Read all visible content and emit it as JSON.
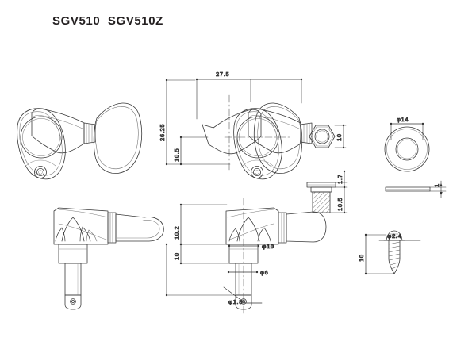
{
  "document": {
    "title": "SGV510  SGV510Z",
    "title_parts": [
      "SGV510",
      "SGV510Z"
    ],
    "background_color": "#ffffff",
    "line_color": "#3a3a3a",
    "text_color": "#231f20",
    "type": "technical-drawing",
    "subject": "Guitar machine head / tuning peg assembly"
  },
  "views": {
    "top_left": {
      "name": "left-hand-tuner-top-view",
      "label": ""
    },
    "top_center": {
      "name": "right-hand-tuner-top-view",
      "dimensions": {
        "overall_length": "27.5",
        "overall_height": "26.25",
        "post_offset": "10.5"
      }
    },
    "hex_nut": {
      "name": "hex-nut-front-view",
      "dimensions": {
        "across_flats": "10"
      }
    },
    "bushing": {
      "name": "bushing-section-view",
      "dimensions": {
        "flange_thickness": "1.7",
        "body_length": "10.5"
      }
    },
    "washer": {
      "name": "washer-views",
      "dimensions": {
        "outer_diameter": "φ14",
        "thickness": "1"
      }
    },
    "bottom_left": {
      "name": "left-hand-tuner-side-view",
      "label": ""
    },
    "bottom_center": {
      "name": "right-hand-tuner-side-view",
      "dimensions": {
        "height_to_base": "10.2",
        "post_height": "10",
        "housing_diameter": "φ10",
        "post_diameter": "φ6",
        "string_hole_diameter": "φ1.8"
      }
    },
    "screw": {
      "name": "mounting-screw-view",
      "dimensions": {
        "head_diameter": "φ2.4",
        "length": "10"
      }
    }
  },
  "labels": {
    "d_275": "27.5",
    "d_2625": "26.25",
    "d_105_top": "10.5",
    "d_10_hex": "10",
    "d_17": "1.7",
    "d_105_bush": "10.5",
    "d_phi14": "φ14",
    "d_1": "1",
    "d_102": "10.2",
    "d_10_post": "10",
    "d_phi10": "φ10",
    "d_phi6": "φ6",
    "d_phi18": "φ1.8",
    "d_phi24": "φ2.4",
    "d_10_screw": "10"
  }
}
